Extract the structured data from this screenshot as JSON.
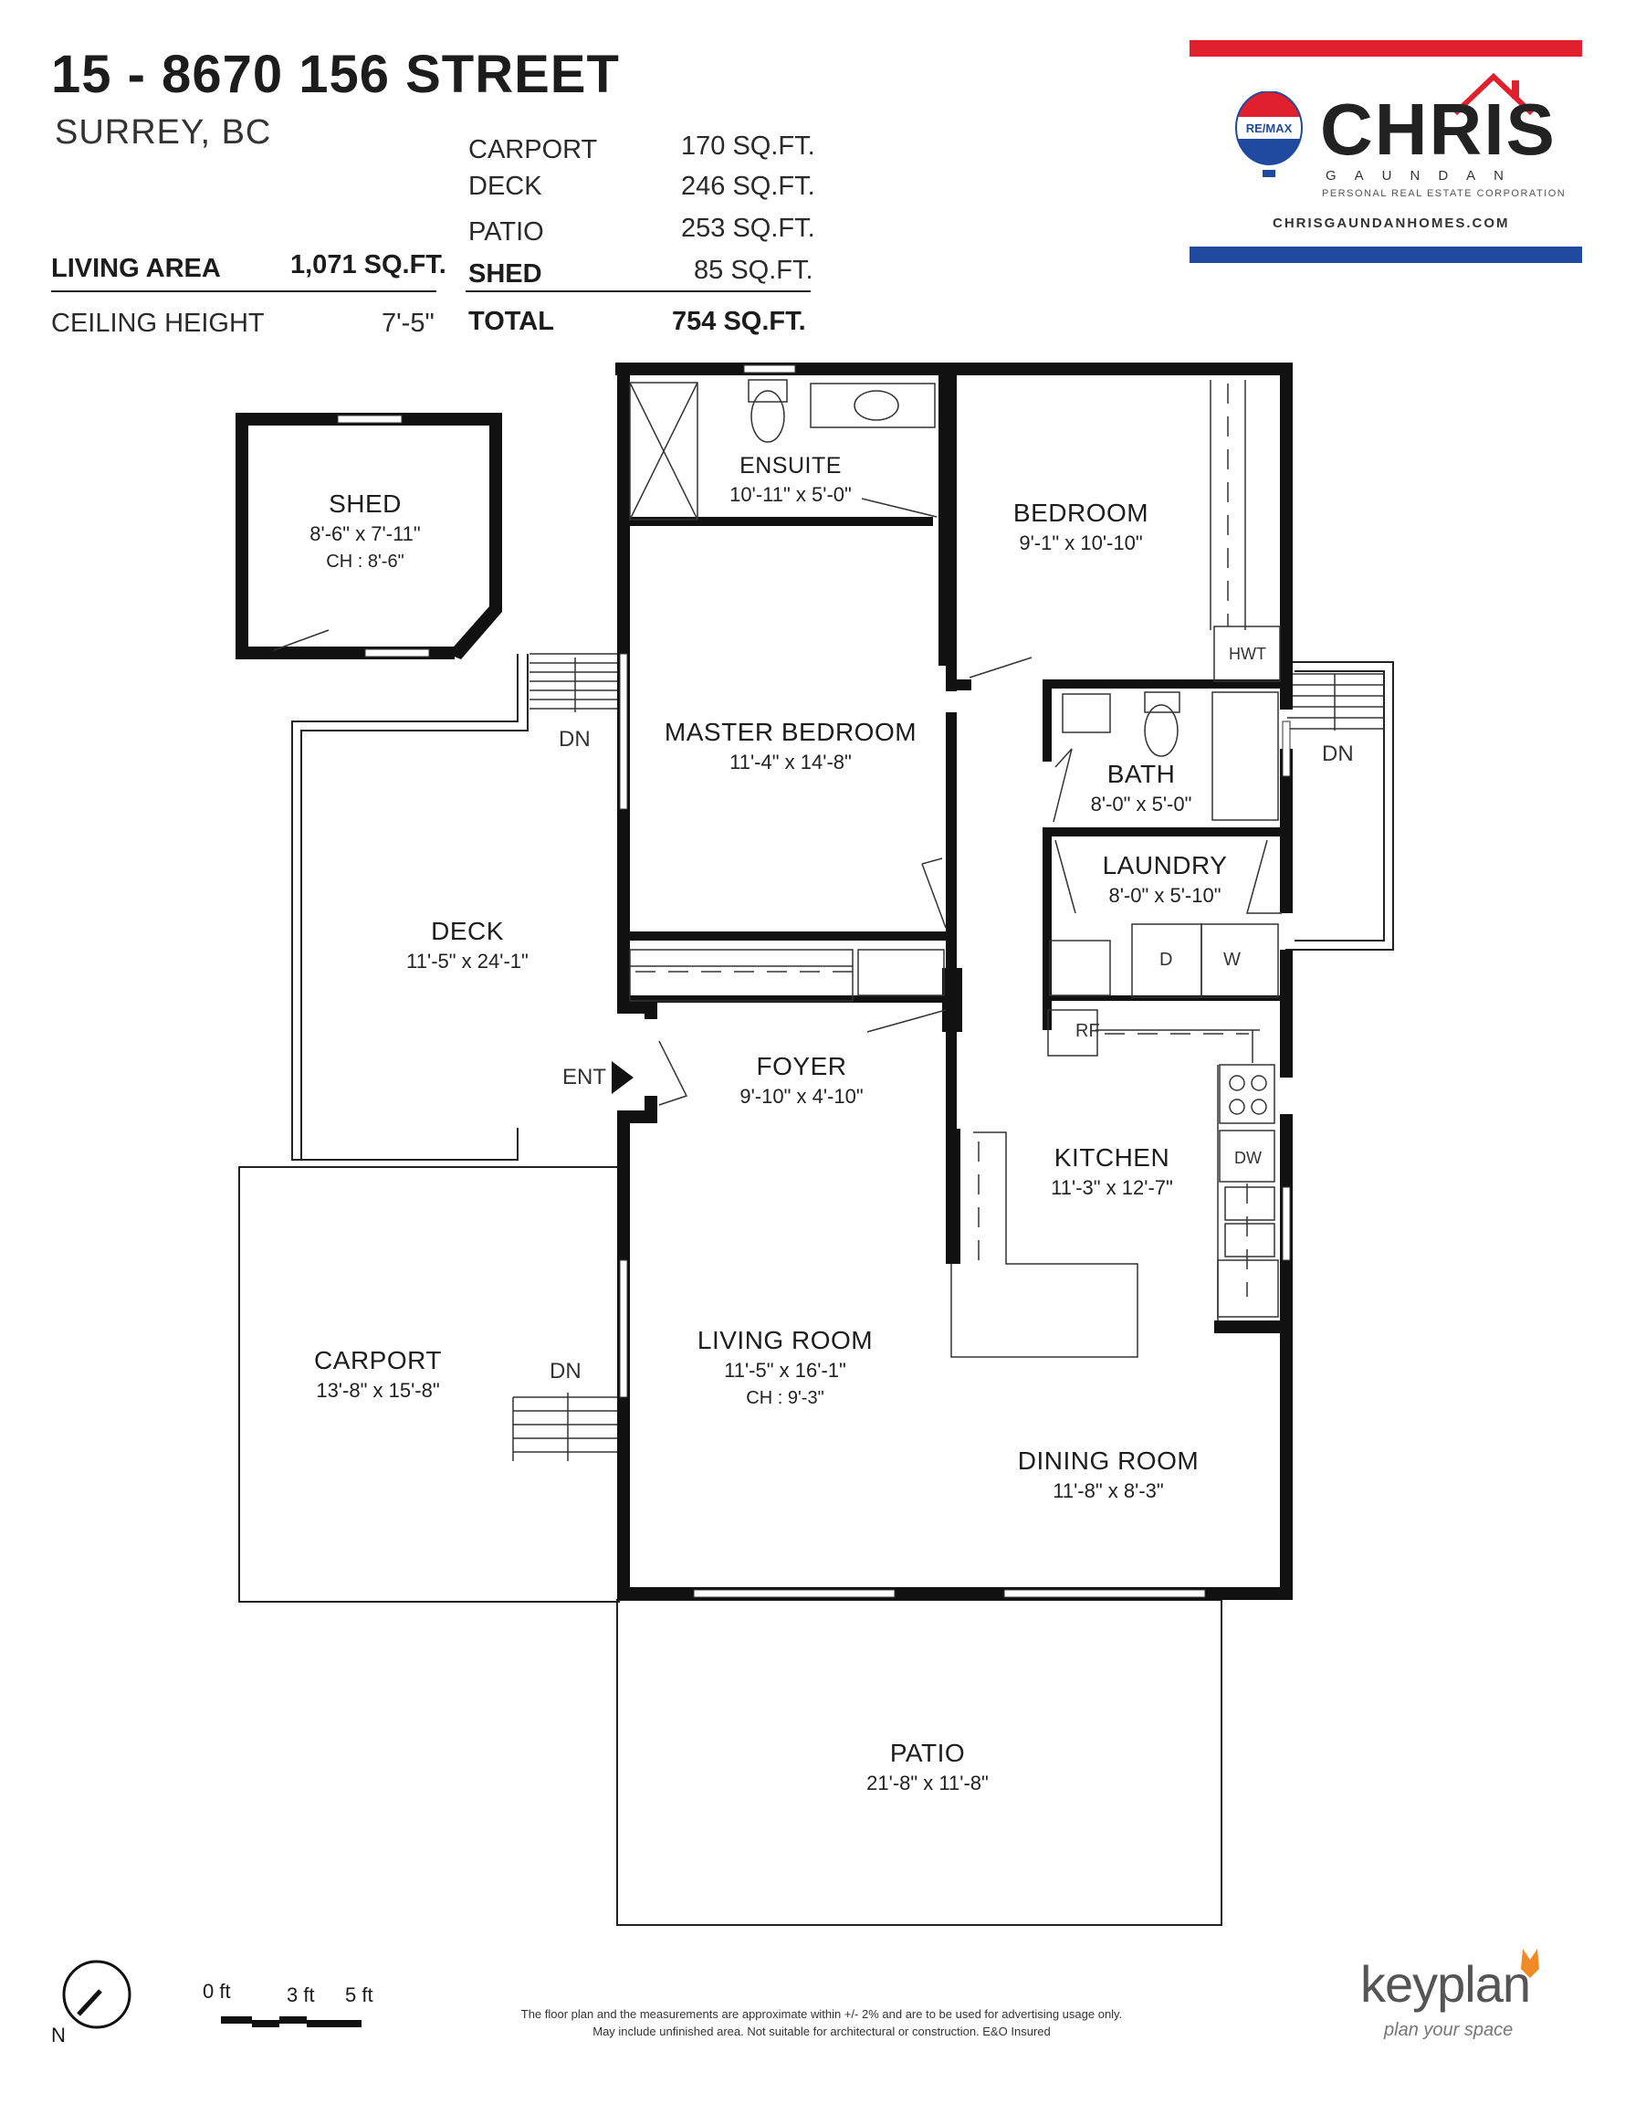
{
  "header": {
    "address": "15 - 8670 156 STREET",
    "city": "SURREY, BC"
  },
  "summary": {
    "living_area_label": "LIVING AREA",
    "living_area_value": "1,071 SQ.FT.",
    "ceiling_height_label": "CEILING HEIGHT",
    "ceiling_height_value": "7'-5\"",
    "outdoor": [
      {
        "label": "CARPORT",
        "value": "170 SQ.FT."
      },
      {
        "label": "DECK",
        "value": "246 SQ.FT."
      },
      {
        "label": "PATIO",
        "value": "253 SQ.FT."
      },
      {
        "label": "SHED",
        "value": "85 SQ.FT."
      }
    ],
    "total_label": "TOTAL",
    "total_value": "754 SQ.FT."
  },
  "logo": {
    "remax": "RE/MAX",
    "name": "CHRIS",
    "surname": "GAUNDAN",
    "corporation": "PERSONAL REAL ESTATE CORPORATION",
    "website": "CHRISGAUNDANHOMES.COM",
    "colors": {
      "red": "#e0202c",
      "blue": "#1f4aa0"
    }
  },
  "rooms": {
    "shed": {
      "name": "SHED",
      "dims": "8'-6\"  x  7'-11\"",
      "ch": "CH : 8'-6\""
    },
    "ensuite": {
      "name": "ENSUITE",
      "dims": "10'-11\" x 5'-0\""
    },
    "bedroom": {
      "name": "BEDROOM",
      "dims": "9'-1\"  x  10'-10\""
    },
    "master": {
      "name": "MASTER BEDROOM",
      "dims": "11'-4\"  x  14'-8\""
    },
    "bath": {
      "name": "BATH",
      "dims": "8'-0\" x 5'-0\""
    },
    "laundry": {
      "name": "LAUNDRY",
      "dims": "8'-0\"  x  5'-10\""
    },
    "deck": {
      "name": "DECK",
      "dims": "11'-5\"  x  24'-1\""
    },
    "foyer": {
      "name": "FOYER",
      "dims": "9'-10\"  x  4'-10\""
    },
    "kitchen": {
      "name": "KITCHEN",
      "dims": "11'-3\"  x  12'-7\""
    },
    "carport": {
      "name": "CARPORT",
      "dims": "13'-8\"  x  15'-8\""
    },
    "living": {
      "name": "LIVING ROOM",
      "dims": "11'-5\"  x  16'-1\"",
      "ch": "CH : 9'-3\""
    },
    "dining": {
      "name": "DINING ROOM",
      "dims": "11'-8\"  x  8'-3\""
    },
    "patio": {
      "name": "PATIO",
      "dims": "21'-8\"  x  11'-8\""
    }
  },
  "fixtures": {
    "dn": "DN",
    "ent": "ENT",
    "hwt": "HWT",
    "dryer": "D",
    "washer": "W",
    "rf": "RF",
    "dw": "DW"
  },
  "footer": {
    "north": "N",
    "scale": [
      "0 ft",
      "3 ft",
      "5 ft"
    ],
    "disclaimer_1": "The floor plan and the measurements are approximate within +/- 2% and are to be used for advertising usage only.",
    "disclaimer_2": "May include unfinished area. Not suitable for architectural or construction. E&O Insured",
    "brand": "keyplan",
    "tagline": "plan your space"
  }
}
